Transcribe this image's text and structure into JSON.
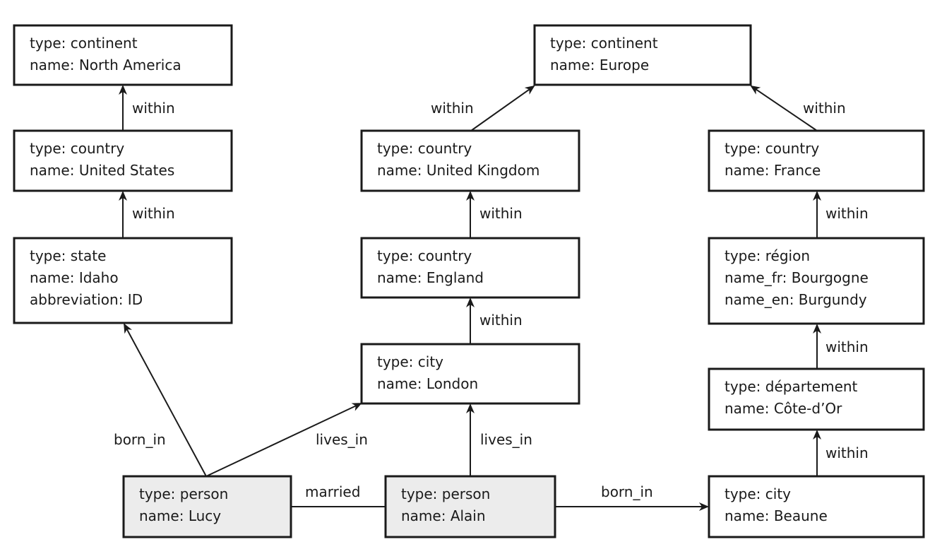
{
  "nodes": [
    {
      "id": "north_america",
      "lines": [
        "type: continent",
        "name: North America"
      ]
    },
    {
      "id": "europe",
      "lines": [
        "type: continent",
        "name: Europe"
      ]
    },
    {
      "id": "united_states",
      "lines": [
        "type: country",
        "name: United States"
      ]
    },
    {
      "id": "united_kingdom",
      "lines": [
        "type: country",
        "name: United Kingdom"
      ]
    },
    {
      "id": "france",
      "lines": [
        "type: country",
        "name: France"
      ]
    },
    {
      "id": "idaho",
      "lines": [
        "type: state",
        "name: Idaho",
        "abbreviation: ID"
      ]
    },
    {
      "id": "england",
      "lines": [
        "type: country",
        "name: England"
      ]
    },
    {
      "id": "bourgogne",
      "lines": [
        "type: région",
        "name_fr: Bourgogne",
        "name_en: Burgundy"
      ]
    },
    {
      "id": "london",
      "lines": [
        "type: city",
        "name: London"
      ]
    },
    {
      "id": "cote_dor",
      "lines": [
        "type: département",
        "name: Côte-d’Or"
      ]
    },
    {
      "id": "lucy",
      "lines": [
        "type: person",
        "name: Lucy"
      ]
    },
    {
      "id": "alain",
      "lines": [
        "type: person",
        "name: Alain"
      ]
    },
    {
      "id": "beaune",
      "lines": [
        "type: city",
        "name: Beaune"
      ]
    }
  ],
  "edges": [
    {
      "from": "united_states",
      "to": "north_america",
      "label": "within"
    },
    {
      "from": "idaho",
      "to": "united_states",
      "label": "within"
    },
    {
      "from": "united_kingdom",
      "to": "europe",
      "label": "within"
    },
    {
      "from": "france",
      "to": "europe",
      "label": "within"
    },
    {
      "from": "england",
      "to": "united_kingdom",
      "label": "within"
    },
    {
      "from": "london",
      "to": "england",
      "label": "within"
    },
    {
      "from": "bourgogne",
      "to": "france",
      "label": "within"
    },
    {
      "from": "cote_dor",
      "to": "bourgogne",
      "label": "within"
    },
    {
      "from": "beaune",
      "to": "cote_dor",
      "label": "within"
    },
    {
      "from": "lucy",
      "to": "idaho",
      "label": "born_in"
    },
    {
      "from": "lucy",
      "to": "london",
      "label": "lives_in"
    },
    {
      "from": "alain",
      "to": "london",
      "label": "lives_in"
    },
    {
      "from": "lucy",
      "to": "alain",
      "label": "married"
    },
    {
      "from": "alain",
      "to": "beaune",
      "label": "born_in"
    }
  ]
}
